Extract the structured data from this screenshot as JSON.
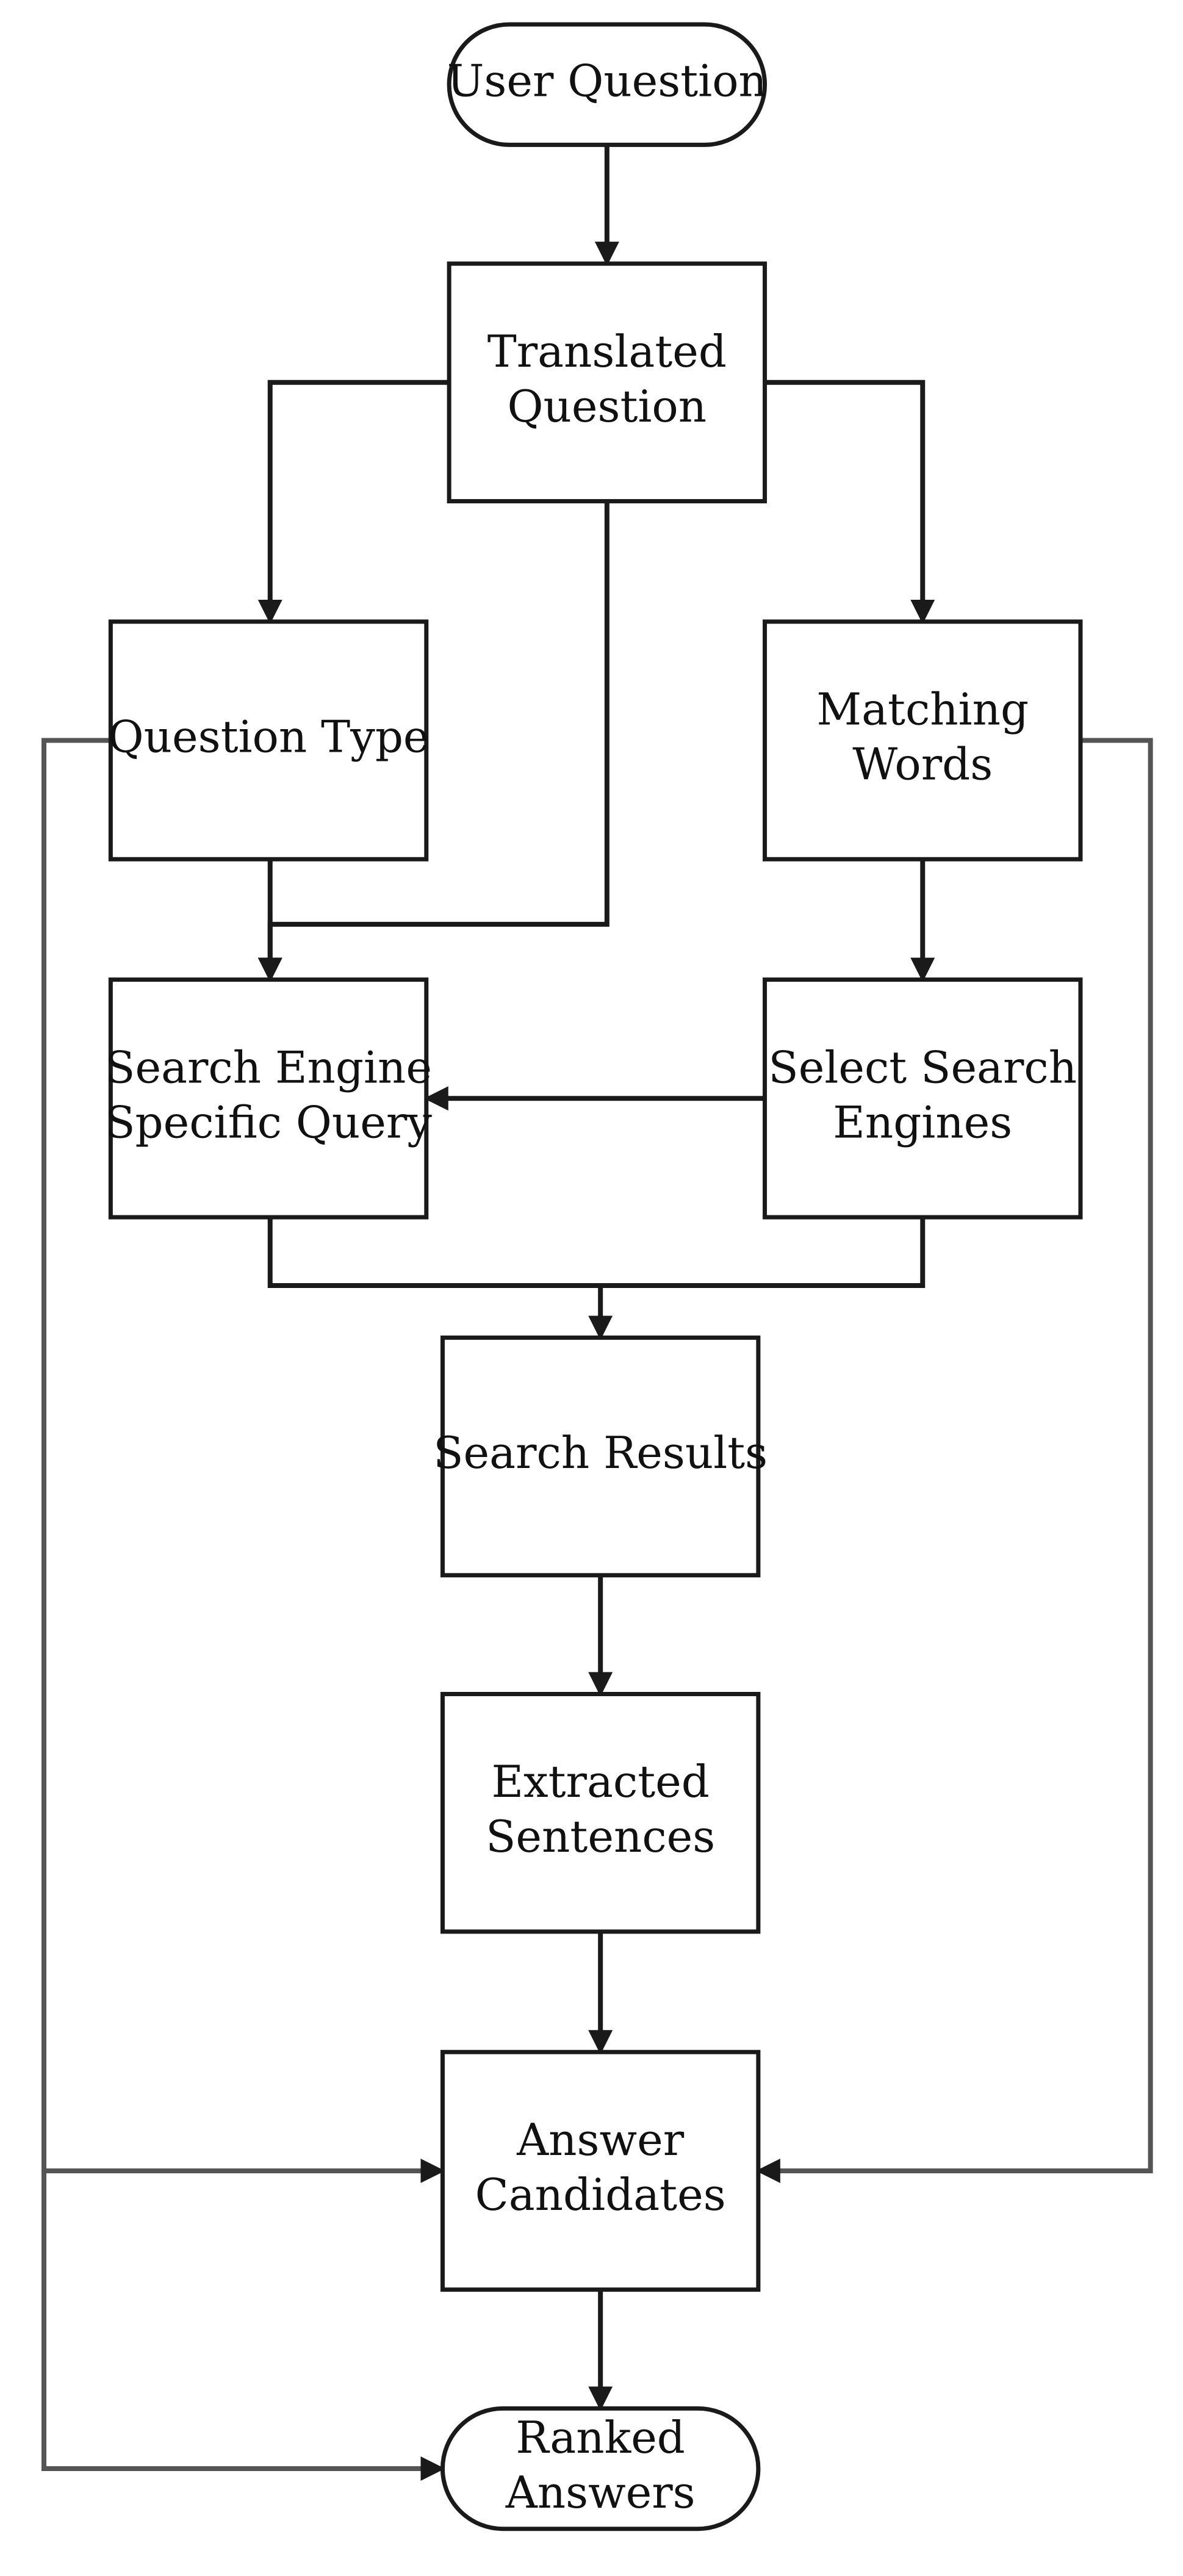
{
  "diagram": {
    "nodes": [
      {
        "id": "user-question",
        "shape": "terminal",
        "lines": [
          "User Question"
        ]
      },
      {
        "id": "translated-question",
        "shape": "process",
        "lines": [
          "Translated",
          "Question"
        ]
      },
      {
        "id": "question-type",
        "shape": "process",
        "lines": [
          "Question Type"
        ]
      },
      {
        "id": "matching-words",
        "shape": "process",
        "lines": [
          "Matching",
          "Words"
        ]
      },
      {
        "id": "search-engine-specific-query",
        "shape": "process",
        "lines": [
          "Search Engine",
          "Specific Query"
        ]
      },
      {
        "id": "select-search-engines",
        "shape": "process",
        "lines": [
          "Select Search",
          "Engines"
        ]
      },
      {
        "id": "search-results",
        "shape": "process",
        "lines": [
          "Search Results"
        ]
      },
      {
        "id": "extracted-sentences",
        "shape": "process",
        "lines": [
          "Extracted",
          "Sentences"
        ]
      },
      {
        "id": "answer-candidates",
        "shape": "process",
        "lines": [
          "Answer",
          "Candidates"
        ]
      },
      {
        "id": "ranked-answers",
        "shape": "terminal",
        "lines": [
          "Ranked",
          "Answers"
        ]
      }
    ],
    "edges": [
      {
        "from": "user-question",
        "to": "translated-question"
      },
      {
        "from": "translated-question",
        "to": "question-type"
      },
      {
        "from": "translated-question",
        "to": "matching-words"
      },
      {
        "from": "translated-question",
        "to": "search-engine-specific-query"
      },
      {
        "from": "question-type",
        "to": "search-engine-specific-query"
      },
      {
        "from": "question-type",
        "to": "answer-candidates"
      },
      {
        "from": "question-type",
        "to": "ranked-answers"
      },
      {
        "from": "matching-words",
        "to": "select-search-engines"
      },
      {
        "from": "matching-words",
        "to": "answer-candidates"
      },
      {
        "from": "select-search-engines",
        "to": "search-engine-specific-query"
      },
      {
        "from": "search-engine-specific-query",
        "to": "search-results"
      },
      {
        "from": "select-search-engines",
        "to": "search-results"
      },
      {
        "from": "search-results",
        "to": "extracted-sentences"
      },
      {
        "from": "extracted-sentences",
        "to": "answer-candidates"
      },
      {
        "from": "answer-candidates",
        "to": "ranked-answers"
      }
    ],
    "colors": {
      "line": "#1a1a1a",
      "side_line": "#555555",
      "fill": "#ffffff"
    }
  }
}
